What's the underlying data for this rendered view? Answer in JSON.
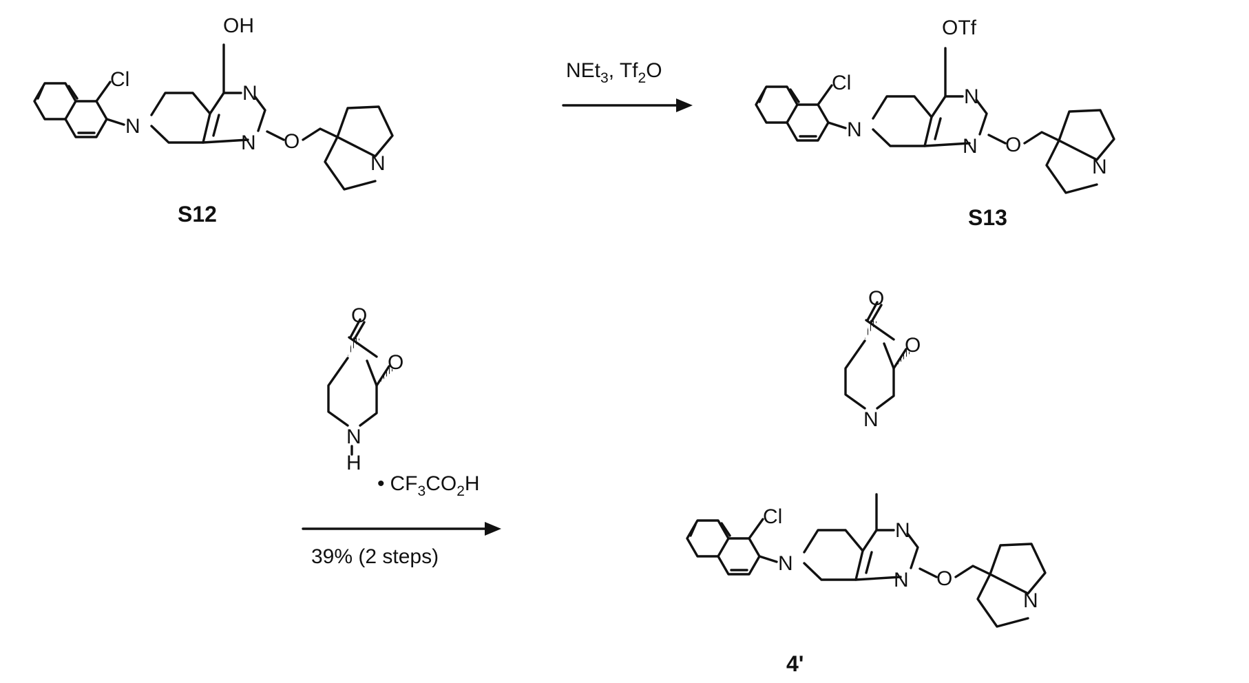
{
  "step1": {
    "reagent_a": "NEt",
    "reagent_a_sub": "3",
    "reagent_sep": ", Tf",
    "reagent_b_sub": "2",
    "reagent_b_tail": "O"
  },
  "step2": {
    "salt_dot": "•",
    "salt_a": "CF",
    "salt_a_sub": "3",
    "salt_b": "CO",
    "salt_b_sub": "2",
    "salt_c": "H",
    "yield": "39% (2 steps)"
  },
  "compounds": {
    "s12": {
      "label": "S12",
      "substituent": "OH"
    },
    "s13": {
      "label": "S13",
      "substituent": "OTf"
    },
    "product": {
      "label": "4'"
    }
  },
  "atoms": {
    "cl": "Cl",
    "n": "N",
    "o": "O",
    "h": "H"
  }
}
